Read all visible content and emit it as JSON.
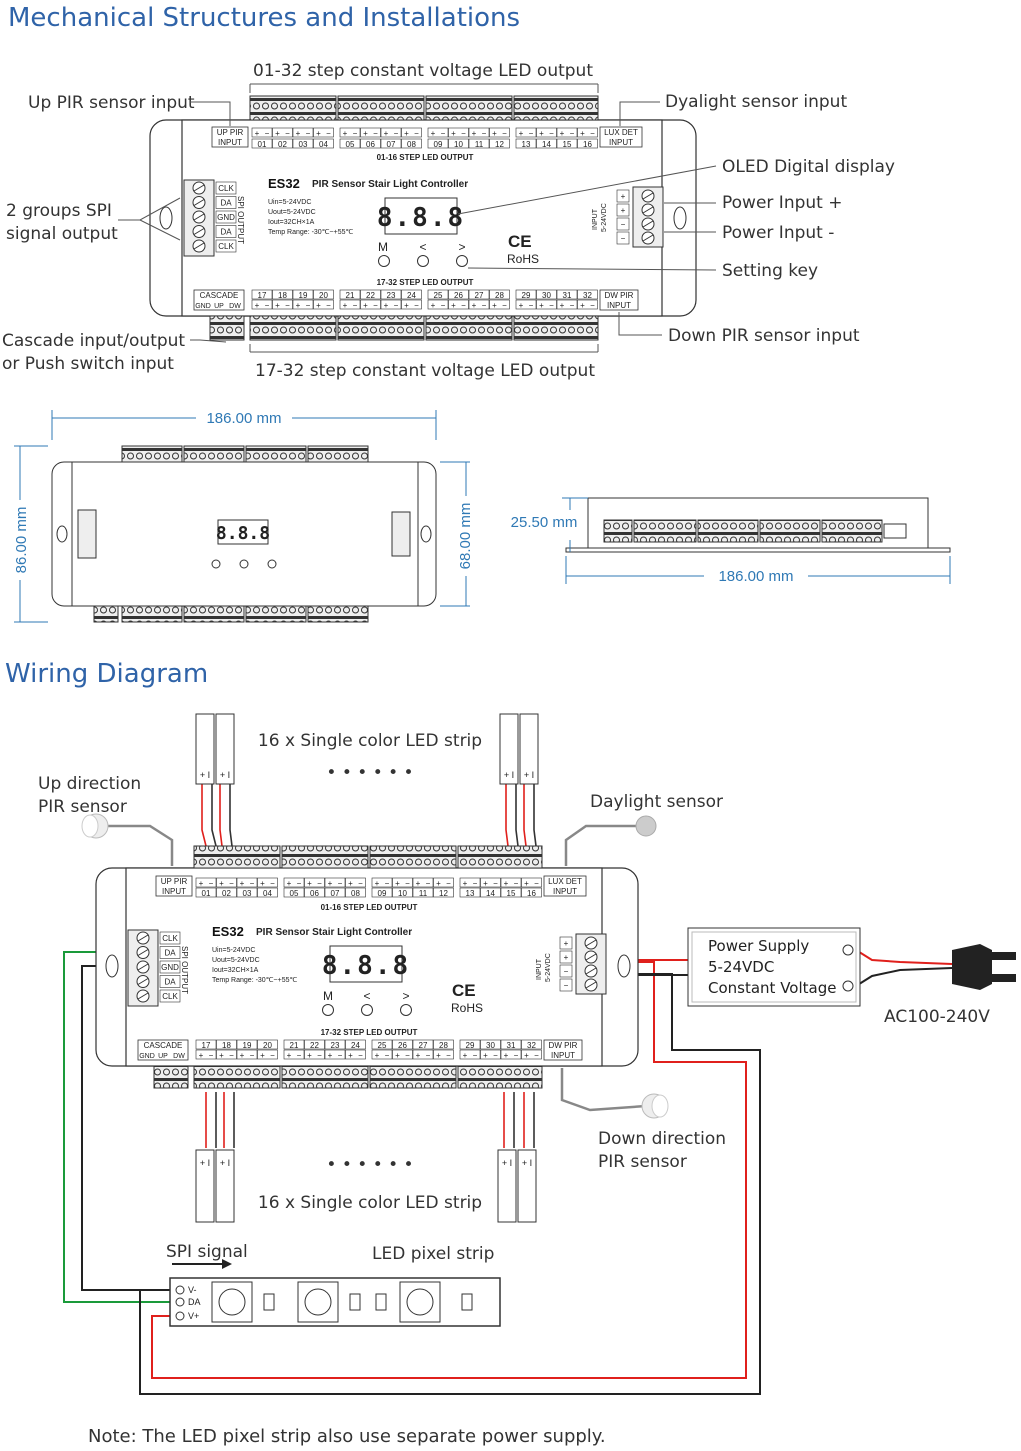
{
  "headings": {
    "mechanical": "Mechanical Structures and Installations",
    "wiring": "Wiring Diagram"
  },
  "callouts": {
    "top_output": "01-32 step constant voltage LED output",
    "up_pir": "Up PIR sensor input",
    "daylight": "Dyalight sensor input",
    "spi_1": "2 groups SPI",
    "spi_2": "signal output",
    "oled": "OLED Digital display",
    "power_plus": "Power Input +",
    "power_minus": "Power Input -",
    "setting_key": "Setting key",
    "down_pir": "Down PIR sensor input",
    "cascade_1": "Cascade input/output",
    "cascade_2": "or Push switch input",
    "bottom_output": "17-32 step constant voltage LED output"
  },
  "device": {
    "model": "ES32",
    "title": "PIR Sensor Stair Light Controller",
    "spec_uin": "Uin=5-24VDC",
    "spec_uout": "Uout=5-24VDC",
    "spec_iout": "Iout=32CH×1A",
    "spec_temp": "Temp Range: -30℃~+55℃",
    "display": "8.8.8",
    "key_m": "M",
    "key_left": "<",
    "key_right": ">",
    "ce": "CE",
    "rohs": "RoHS",
    "up_pir_1": "UP PIR",
    "up_pir_2": "INPUT",
    "lux_1": "LUX DET",
    "lux_2": "INPUT",
    "top_caption": "01-16 STEP LED OUTPUT",
    "bottom_caption": "17-32 STEP LED OUTPUT",
    "cascade": "CASCADE",
    "cascade_pins": [
      "GND",
      "UP",
      "DW"
    ],
    "dw_pir_1": "DW PIR",
    "dw_pir_2": "INPUT",
    "spi_label": "SPI OUTPUT",
    "spi_pins": [
      "CLK",
      "DA",
      "GND",
      "DA",
      "CLK"
    ],
    "power_label_1": "INPUT",
    "power_label_2": "5-24VDC",
    "top_channels": [
      "01",
      "02",
      "03",
      "04",
      "05",
      "06",
      "07",
      "08",
      "09",
      "10",
      "11",
      "12",
      "13",
      "14",
      "15",
      "16"
    ],
    "bottom_channels": [
      "17",
      "18",
      "19",
      "20",
      "21",
      "22",
      "23",
      "24",
      "25",
      "26",
      "27",
      "28",
      "29",
      "30",
      "31",
      "32"
    ]
  },
  "dimensions": {
    "top_width": "186.00 mm",
    "height_outer": "86.00 mm",
    "height_inner": "68.00 mm",
    "side_height": "25.50 mm",
    "side_width": "186.00 mm"
  },
  "wiring": {
    "strip_top": "16 x Single color LED strip",
    "strip_bottom": "16 x Single color LED strip",
    "dots": "• • • • • •",
    "up_dir_1": "Up direction",
    "up_dir_2": "PIR sensor",
    "daylight_sensor": "Daylight sensor",
    "down_dir_1": "Down direction",
    "down_dir_2": "PIR sensor",
    "ps_1": "Power Supply",
    "ps_2": "5-24VDC",
    "ps_3": "Constant Voltage",
    "ac": "AC100-240V",
    "spi_signal": "SPI signal",
    "pixel_strip": "LED pixel strip",
    "pix_pins": [
      "V-",
      "DA",
      "V+"
    ],
    "note": "Note: The LED pixel strip also use separate power supply."
  },
  "colors": {
    "heading": "#2f63a8",
    "dimension": "#2f79b5",
    "red_wire": "#e0201c",
    "green_wire": "#1a9a3a"
  }
}
